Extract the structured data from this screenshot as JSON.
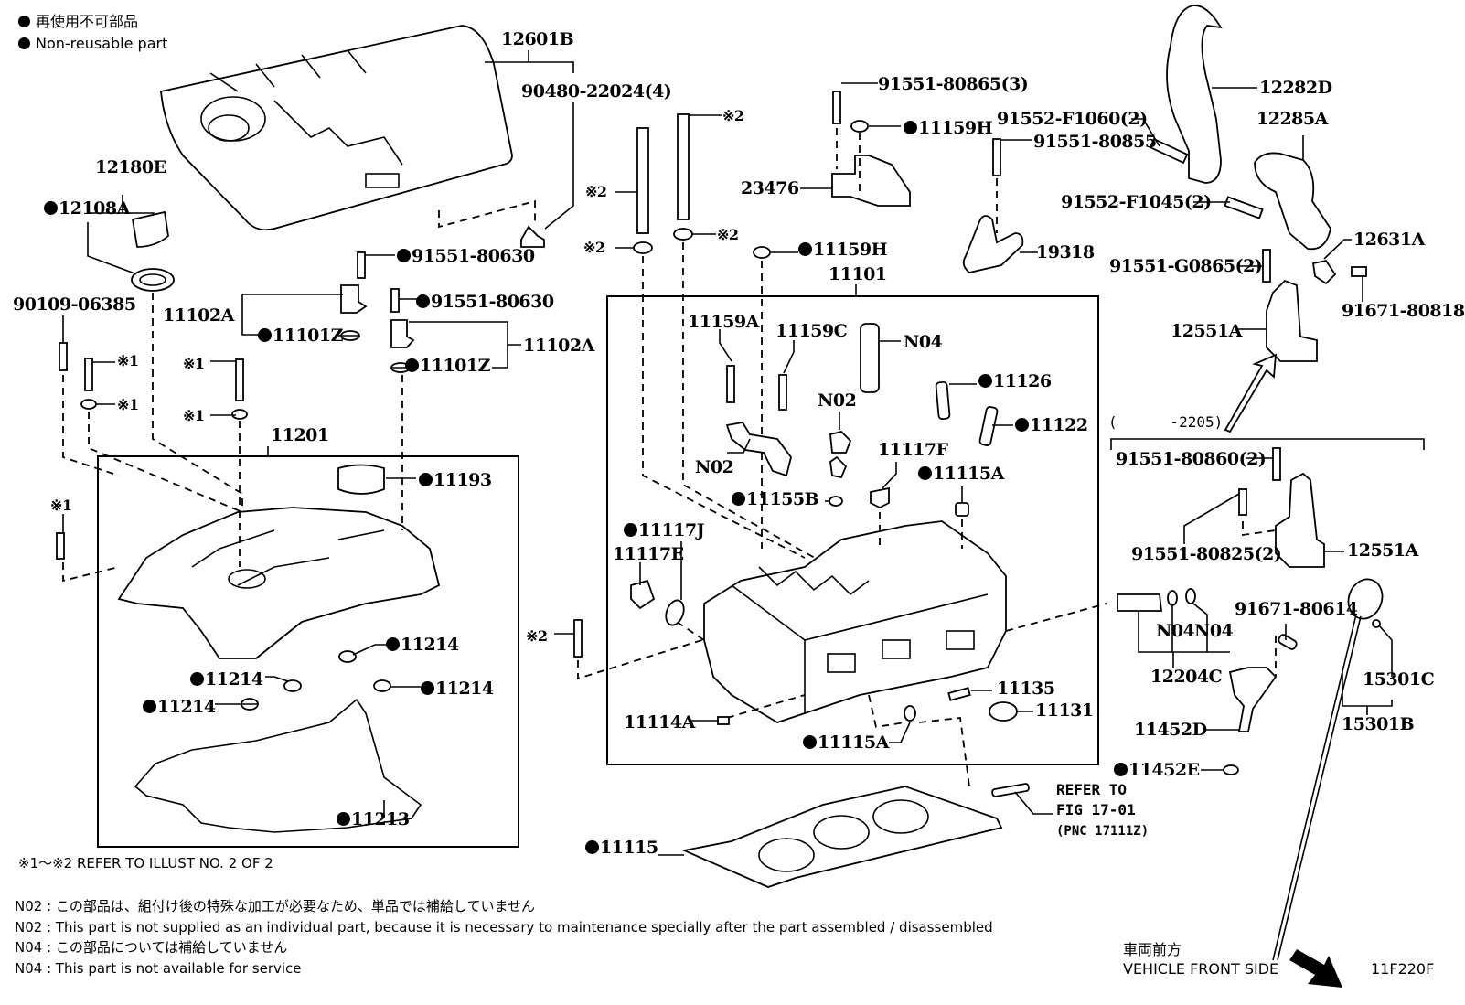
{
  "legend": {
    "ja": "再使用不可部品",
    "en": "Non-reusable part"
  },
  "illustration_code": "11F220F",
  "vehicle_front": {
    "ja": "車両前方",
    "en": "VEHICLE FRONT SIDE"
  },
  "refer_illust": "※1～※2  REFER TO ILLUST NO. 2 OF 2",
  "notes": [
    "N02 : この部品は、組付け後の特殊な加工が必要なため、単品では補給していません",
    "N02 : This part is not supplied as an individual part, because it is necessary to maintenance specially after the part assembled / disassembled",
    "N04 : この部品については補給していません",
    "N04 : This part is not available for service"
  ],
  "refer_fig": {
    "line1": "REFER TO",
    "line2": "FIG 17-01",
    "line3": "(PNC 17111Z)"
  },
  "date_range": "(      -2205)",
  "parts": [
    {
      "id": "12601B",
      "non_reusable": false
    },
    {
      "id": "90480-22024(4)",
      "non_reusable": false
    },
    {
      "id": "12180E",
      "non_reusable": false
    },
    {
      "id": "12108A",
      "non_reusable": true
    },
    {
      "id": "91551-80630",
      "non_reusable": true
    },
    {
      "id": "91551-80630",
      "non_reusable": true
    },
    {
      "id": "90109-06385",
      "non_reusable": false
    },
    {
      "id": "11102A",
      "non_reusable": false
    },
    {
      "id": "11101Z",
      "non_reusable": true
    },
    {
      "id": "11102A",
      "non_reusable": false
    },
    {
      "id": "11101Z",
      "non_reusable": true
    },
    {
      "id": "※1",
      "non_reusable": false
    },
    {
      "id": "※1",
      "non_reusable": false
    },
    {
      "id": "※1",
      "non_reusable": false
    },
    {
      "id": "※1",
      "non_reusable": false
    },
    {
      "id": "※1",
      "non_reusable": false
    },
    {
      "id": "11201",
      "non_reusable": false
    },
    {
      "id": "11193",
      "non_reusable": true
    },
    {
      "id": "11214",
      "non_reusable": true
    },
    {
      "id": "11214",
      "non_reusable": true
    },
    {
      "id": "11214",
      "non_reusable": true
    },
    {
      "id": "11214",
      "non_reusable": true
    },
    {
      "id": "11213",
      "non_reusable": true
    },
    {
      "id": "※2",
      "non_reusable": false
    },
    {
      "id": "※2",
      "non_reusable": false
    },
    {
      "id": "※2",
      "non_reusable": false
    },
    {
      "id": "※2",
      "non_reusable": false
    },
    {
      "id": "※2",
      "non_reusable": false
    },
    {
      "id": "91551-80865(3)",
      "non_reusable": false
    },
    {
      "id": "11159H",
      "non_reusable": true
    },
    {
      "id": "23476",
      "non_reusable": false
    },
    {
      "id": "11159H",
      "non_reusable": true
    },
    {
      "id": "11101",
      "non_reusable": false
    },
    {
      "id": "91552-F1060(2)",
      "non_reusable": false
    },
    {
      "id": "91551-80855",
      "non_reusable": false
    },
    {
      "id": "19318",
      "non_reusable": false
    },
    {
      "id": "12282D",
      "non_reusable": false
    },
    {
      "id": "12285A",
      "non_reusable": false
    },
    {
      "id": "91552-F1045(2)",
      "non_reusable": false
    },
    {
      "id": "91551-G0865(2)",
      "non_reusable": false
    },
    {
      "id": "12631A",
      "non_reusable": false
    },
    {
      "id": "91671-80818",
      "non_reusable": false
    },
    {
      "id": "12551A",
      "non_reusable": false
    },
    {
      "id": "91551-80860(2)",
      "non_reusable": false
    },
    {
      "id": "91551-80825(2)",
      "non_reusable": false
    },
    {
      "id": "12551A",
      "non_reusable": false
    },
    {
      "id": "11159A",
      "non_reusable": false
    },
    {
      "id": "11159C",
      "non_reusable": false
    },
    {
      "id": "N04",
      "non_reusable": false
    },
    {
      "id": "11126",
      "non_reusable": true
    },
    {
      "id": "N02",
      "non_reusable": false
    },
    {
      "id": "11122",
      "non_reusable": true
    },
    {
      "id": "N02",
      "non_reusable": false
    },
    {
      "id": "11117F",
      "non_reusable": false
    },
    {
      "id": "11115A",
      "non_reusable": true
    },
    {
      "id": "11155B",
      "non_reusable": true
    },
    {
      "id": "11117J",
      "non_reusable": true
    },
    {
      "id": "11117E",
      "non_reusable": false
    },
    {
      "id": "11135",
      "non_reusable": false
    },
    {
      "id": "11131",
      "non_reusable": false
    },
    {
      "id": "11114A",
      "non_reusable": false
    },
    {
      "id": "11115A",
      "non_reusable": true
    },
    {
      "id": "11115",
      "non_reusable": true
    },
    {
      "id": "N04",
      "non_reusable": false
    },
    {
      "id": "N04",
      "non_reusable": false
    },
    {
      "id": "12204C",
      "non_reusable": false
    },
    {
      "id": "91671-80614",
      "non_reusable": false
    },
    {
      "id": "11452D",
      "non_reusable": false
    },
    {
      "id": "11452E",
      "non_reusable": true
    },
    {
      "id": "15301C",
      "non_reusable": false
    },
    {
      "id": "15301B",
      "non_reusable": false
    }
  ]
}
